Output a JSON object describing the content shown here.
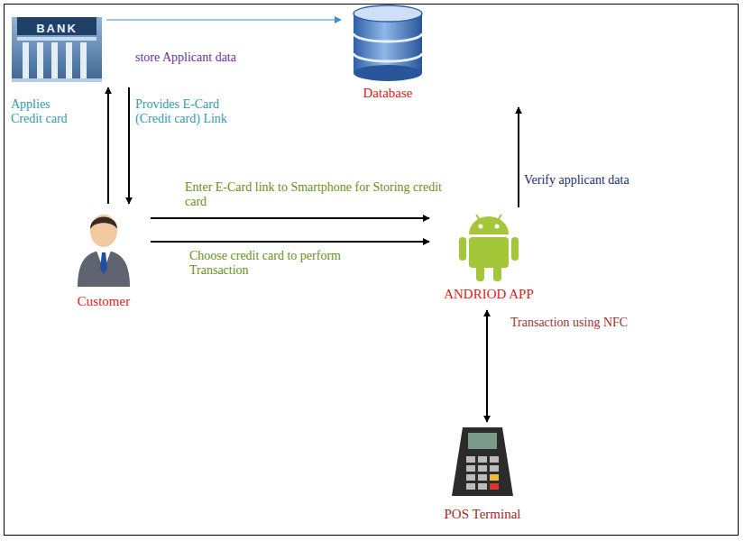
{
  "diagram": {
    "nodes": [
      {
        "text": [
          "BANK"
        ]
      },
      {
        "text": [
          "Database"
        ]
      },
      {
        "text": [
          "Customer"
        ]
      },
      {
        "text": [
          "ANDRIOD APP"
        ]
      },
      {
        "text": [
          "POS Terminal"
        ]
      }
    ],
    "edges": [
      {
        "from": 0,
        "to": 1,
        "label": "store Applicant data",
        "arrow": "to"
      },
      {
        "from": 2,
        "to": 0,
        "label": "Applies Credit card",
        "arrow": "to"
      },
      {
        "from": 0,
        "to": 2,
        "label": "Provides E-Card (Credit card) Link",
        "arrow": "to"
      },
      {
        "from": 2,
        "to": 3,
        "label": "Enter E-Card link to Smartphone for Storing credit card",
        "arrow": "to"
      },
      {
        "from": 2,
        "to": 3,
        "label": "Choose credit card to perform Transaction",
        "arrow": "to"
      },
      {
        "from": 3,
        "to": 1,
        "label": "Verify applicant data",
        "arrow": "to"
      },
      {
        "from": 3,
        "to": 4,
        "label": "Transaction using NFC",
        "arrow": "both"
      }
    ]
  }
}
